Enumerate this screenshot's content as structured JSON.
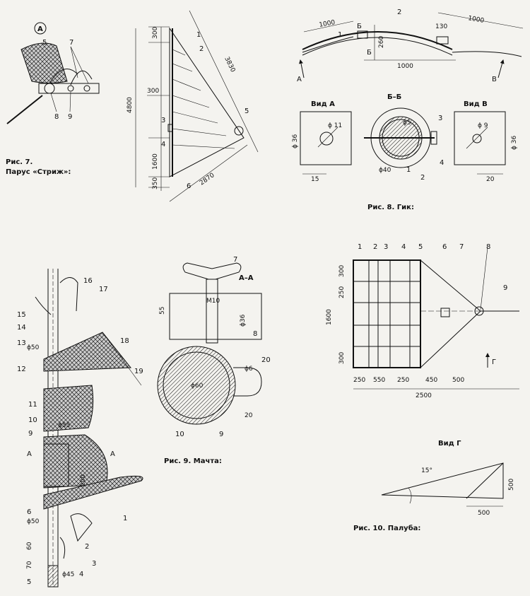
{
  "fig7": {
    "detail_letter": "А",
    "caption_line1": "Рис. 7.",
    "caption_line2": "Парус «Стриж»:",
    "parts": [
      "5",
      "7",
      "8",
      "9"
    ],
    "labels": [
      "1",
      "2",
      "3",
      "4",
      "5",
      "6"
    ],
    "dims": {
      "top": "300",
      "left_mid": "300",
      "total": "4800",
      "lower": "1600",
      "bottom": "350",
      "luff": "3830",
      "foot": "2870"
    }
  },
  "fig8": {
    "caption": "Рис. 8. Гик:",
    "dims": {
      "left": "1000",
      "right": "1000",
      "center": "1000",
      "height": "260",
      "joint": "130"
    },
    "labels": {
      "p1": "1",
      "p2": "2",
      "p3": "3",
      "p4": "4",
      "sec": "Б",
      "sec2": "Б",
      "A": "А",
      "B": "В"
    },
    "view_a": {
      "title": "Вид А",
      "d_hole": "ϕ 11",
      "side": "ϕ 36",
      "offset": "15"
    },
    "section": {
      "title": "Б–Б",
      "d_pin": "ϕ5",
      "d_tube": "ϕ40"
    },
    "view_b": {
      "title": "Вид В",
      "d_hole": "ϕ 9",
      "side": "ϕ 36",
      "offset": "20"
    }
  },
  "fig9": {
    "caption": "Рис. 9.   Мачта:",
    "section_title": "А–А",
    "dims": {
      "h55": "55",
      "m10": "М10",
      "d36": "ϕ36",
      "d60": "ϕ60",
      "d6": "ϕ6",
      "w20": "20",
      "d50a": "ϕ50",
      "d55": "ϕ55",
      "d200": "200",
      "d50b": "ϕ50",
      "d60b": "60",
      "d70": "70",
      "d45": "ϕ45"
    },
    "labels": [
      "1",
      "2",
      "3",
      "4",
      "5",
      "6",
      "7",
      "8",
      "9",
      "10",
      "11",
      "12",
      "13",
      "14",
      "15",
      "16",
      "17",
      "18",
      "19",
      "20"
    ],
    "cut_letter": "А"
  },
  "fig10": {
    "caption": "Рис. 10.  Палуба:",
    "labels": [
      "1",
      "2",
      "3",
      "4",
      "5",
      "6",
      "7",
      "8",
      "9"
    ],
    "dims": {
      "h300a": "300",
      "h250": "250",
      "h1600": "1600",
      "h300b": "300",
      "w250a": "250",
      "w550": "550",
      "w250b": "250",
      "w450": "450",
      "w500": "500",
      "w2500": "2500"
    },
    "arrow": "Г",
    "view_g": {
      "title": "Вид Г",
      "angle": "15°",
      "h": "500",
      "w": "500"
    }
  }
}
